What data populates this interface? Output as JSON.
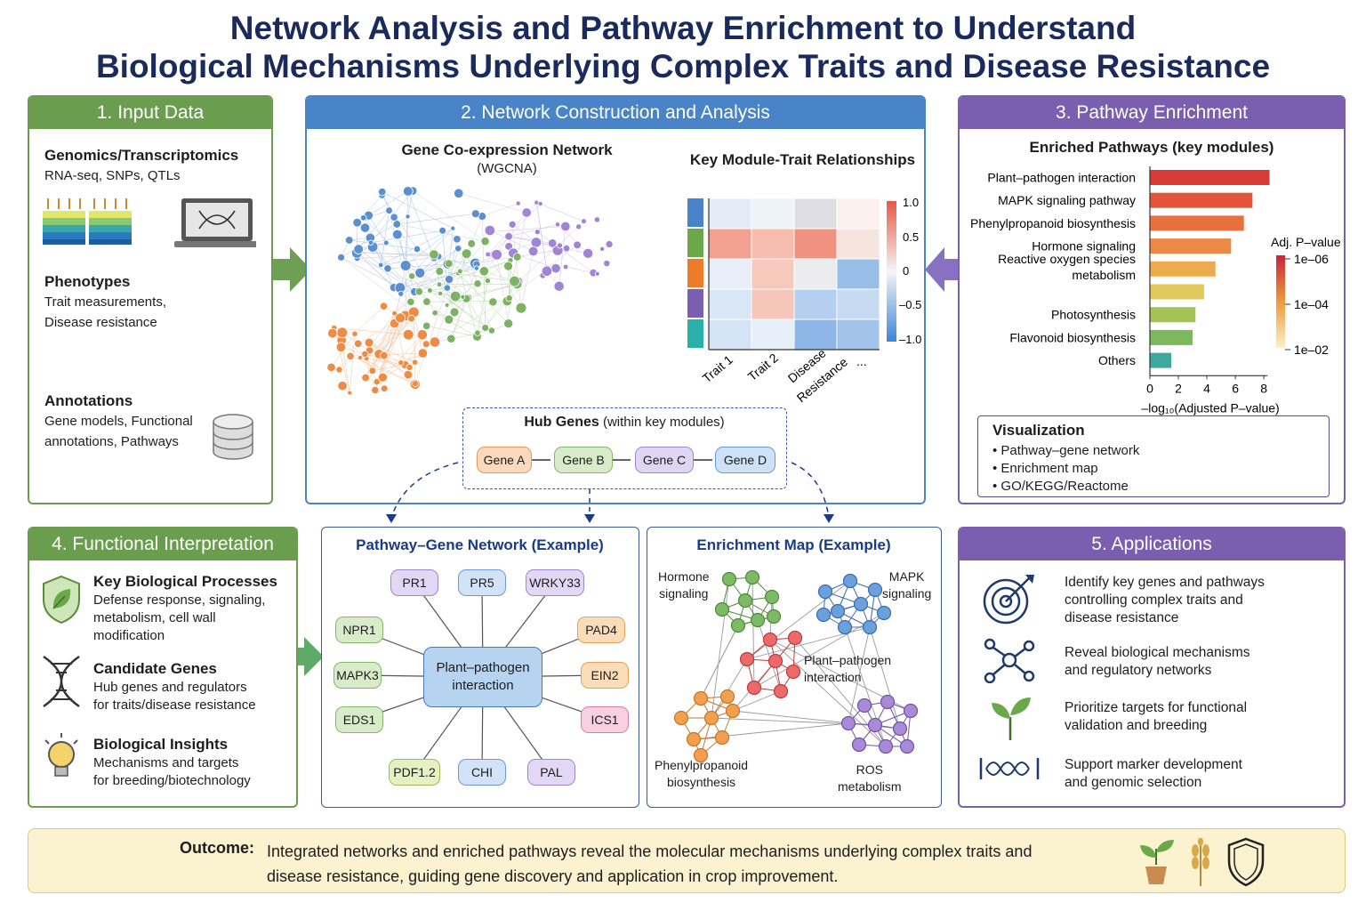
{
  "title": {
    "line1": "Network Analysis and Pathway Enrichment to Understand",
    "line2": "Biological Mechanisms Underlying Complex Traits and Disease Resistance"
  },
  "input": {
    "header": "1. Input Data",
    "genomics_title": "Genomics/Transcriptomics",
    "genomics_text": "RNA-seq, SNPs, QTLs",
    "phenotypes_title": "Phenotypes",
    "phenotypes_text1": "Trait measurements,",
    "phenotypes_text2": "Disease resistance",
    "annotations_title": "Annotations",
    "annotations_text1": "Gene models, Functional",
    "annotations_text2": "annotations, Pathways"
  },
  "network": {
    "header": "2. Network Construction and Analysis",
    "coexp_title": "Gene Co-expression Network",
    "coexp_sub": "(WGCNA)",
    "heatmap_title": "Key Module-Trait Relationships",
    "heatmap_xlabels": [
      "Trait 1",
      "Trait 2",
      "Disease",
      "Resistance",
      "..."
    ],
    "colorbar_ticks": [
      "1.0",
      "0.5",
      "0",
      "–0.5",
      "–1.0"
    ],
    "hub_title": "Hub Genes",
    "hub_sub": "(within key modules)",
    "hub_genes": [
      "Gene A",
      "Gene B",
      "Gene C",
      "Gene D"
    ]
  },
  "enrichment": {
    "header": "3. Pathway Enrichment",
    "chart_title": "Enriched Pathways (key modules)",
    "legend_title": "Adj. P–value",
    "legend_ticks": [
      "1e–06",
      "1e–04",
      "1e–02"
    ],
    "viz_title": "Visualization",
    "viz_items": [
      "Pathway–gene network",
      "Enrichment map",
      "GO/KEGG/Reactome"
    ]
  },
  "chart_data": {
    "type": "bar",
    "title": "Enriched Pathways (key modules)",
    "categories": [
      "Plant–pathogen interaction",
      "MAPK signaling pathway",
      "Phenylpropanoid biosynthesis",
      "Hormone signaling",
      "Reactive oxygen species metabolism",
      "",
      "Photosynthesis",
      "Flavonoid biosynthesis",
      "Others"
    ],
    "category_lines": [
      [
        "Plant–pathogen interaction"
      ],
      [
        "MAPK signaling pathway"
      ],
      [
        "Phenylpropanoid biosynthesis"
      ],
      [
        "Hormone signaling"
      ],
      [
        "Reactive oxygen species",
        "metabolism"
      ],
      [],
      [
        "Photosynthesis"
      ],
      [
        "Flavonoid biosynthesis"
      ],
      [
        "Others"
      ]
    ],
    "values": [
      8.4,
      7.2,
      6.6,
      5.7,
      4.6,
      3.8,
      3.2,
      3.0,
      1.5
    ],
    "bar_colors": [
      "#d63b36",
      "#e2553a",
      "#e8703f",
      "#ec8a45",
      "#eeaa4e",
      "#e2c85a",
      "#a4c256",
      "#7cb85c",
      "#3ea79e"
    ],
    "xlabel": "–log₁₀(Adjusted P–value)",
    "xticks": [
      0,
      2,
      4,
      6,
      8
    ],
    "xlim": [
      0,
      9
    ]
  },
  "interp": {
    "header": "4. Functional Interpretation",
    "kbp_title": "Key Biological Processes",
    "kbp_lines": [
      "Defense response, signaling,",
      "metabolism, cell wall",
      "modification"
    ],
    "cand_title": "Candidate Genes",
    "cand_lines": [
      "Hub genes and regulators",
      "for traits/disease resistance"
    ],
    "bio_title": "Biological Insights",
    "bio_lines": [
      "Mechanisms and targets",
      "for breeding/biotechnology"
    ]
  },
  "pgn": {
    "title": "Pathway–Gene Network (Example)",
    "center1": "Plant–pathogen",
    "center2": "interaction",
    "genes": [
      "PR1",
      "PR5",
      "WRKY33",
      "NPR1",
      "PAD4",
      "MAPK3",
      "EIN2",
      "EDS1",
      "ICS1",
      "PDF1.2",
      "CHI",
      "PAL"
    ]
  },
  "emap": {
    "title": "Enrichment Map (Example)",
    "hormone1": "Hormone",
    "hormone2": "signaling",
    "mapk1": "MAPK",
    "mapk2": "signaling",
    "pp1": "Plant–pathogen",
    "pp2": "interaction",
    "phenyl1": "Phenylpropanoid",
    "phenyl2": "biosynthesis",
    "ros1": "ROS",
    "ros2": "metabolism"
  },
  "apps": {
    "header": "5. Applications",
    "a1": [
      "Identify key genes and pathways",
      "controlling complex traits and",
      "disease resistance"
    ],
    "a2": [
      "Reveal biological mechanisms",
      "and regulatory networks"
    ],
    "a3": [
      "Prioritize targets for functional",
      "validation and breeding"
    ],
    "a4": [
      "Support marker development",
      "and genomic selection"
    ]
  },
  "outcome": {
    "label": "Outcome:",
    "line1": "Integrated networks and enriched pathways reveal the molecular mechanisms underlying complex traits and",
    "line2": "disease resistance, guiding gene discovery and application in crop improvement."
  },
  "colors": {
    "green": "#6a9e4e",
    "blue": "#4a84c8",
    "purple": "#7a5fb0",
    "navy": "#1a2a5c"
  }
}
